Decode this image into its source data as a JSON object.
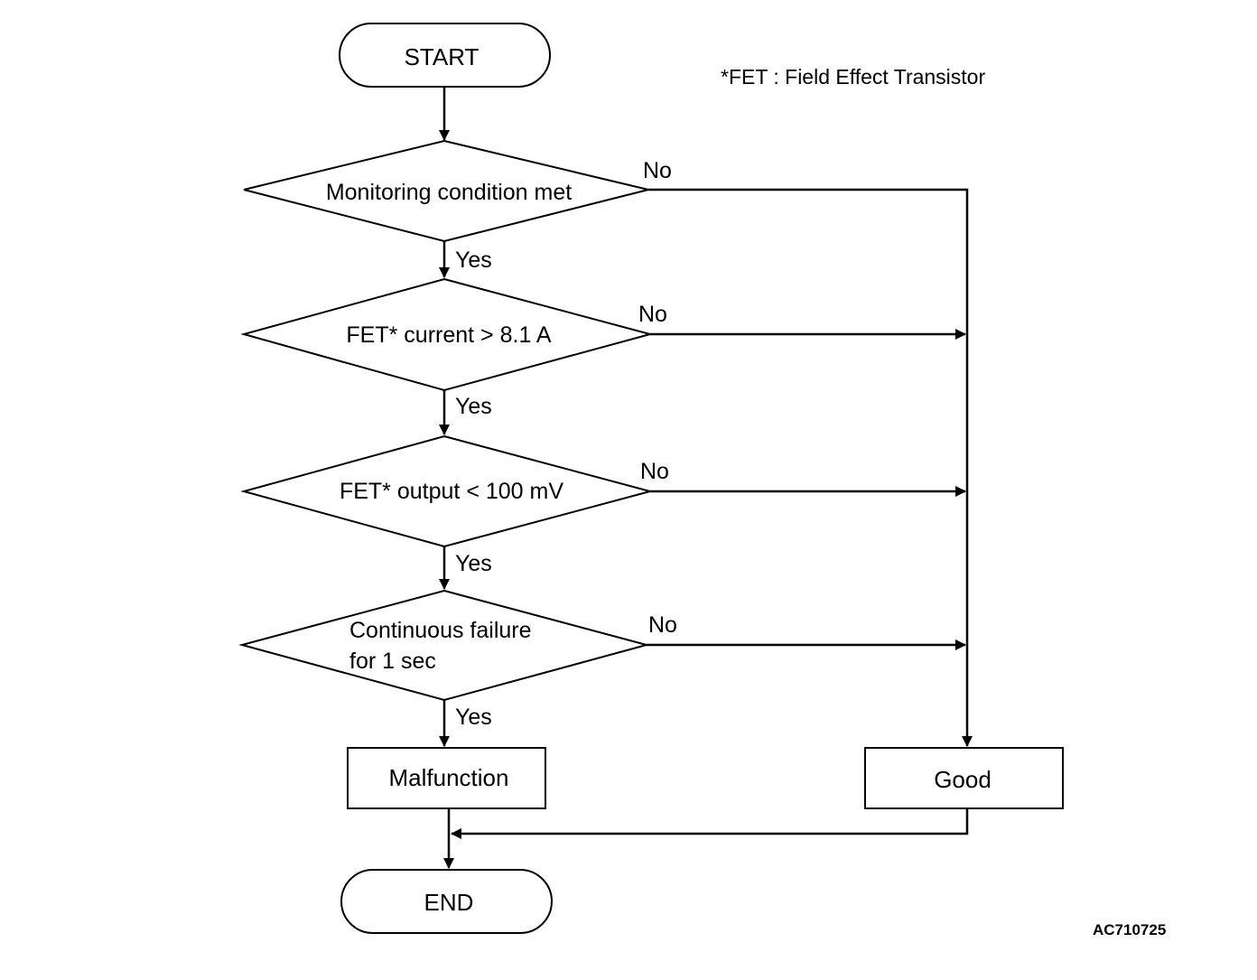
{
  "footnote": "*FET : Field Effect Transistor",
  "figure_code": "AC710725",
  "terminals": {
    "start": "START",
    "end": "END"
  },
  "decisions": [
    {
      "lines": [
        "Monitoring condition met"
      ],
      "yes": "Yes",
      "no": "No"
    },
    {
      "lines": [
        "FET* current > 8.1 A"
      ],
      "yes": "Yes",
      "no": "No"
    },
    {
      "lines": [
        "FET* output < 100 mV"
      ],
      "yes": "Yes",
      "no": "No"
    },
    {
      "lines": [
        "Continuous failure",
        "for 1 sec"
      ],
      "yes": "Yes",
      "no": "No"
    }
  ],
  "outcomes": {
    "malfunction": "Malfunction",
    "good": "Good"
  }
}
